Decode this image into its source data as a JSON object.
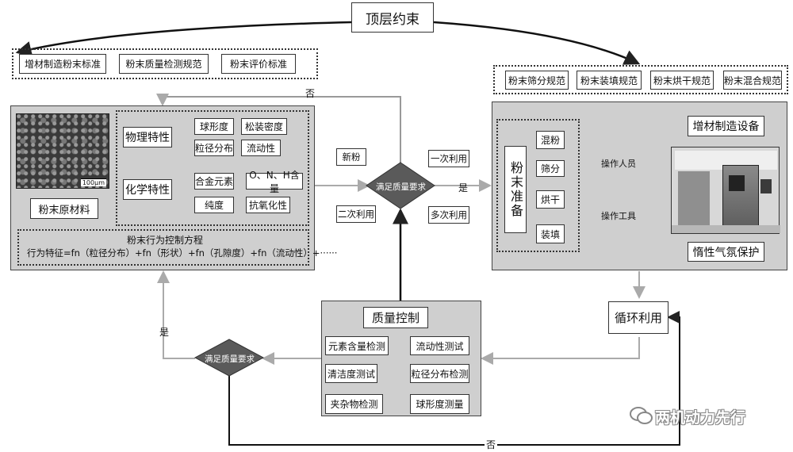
{
  "top_constraint": "顶层约束",
  "standards_left": [
    "增材制造粉末标准",
    "粉末质量检测规范",
    "粉末评价标准"
  ],
  "standards_right": [
    "粉末筛分规范",
    "粉末装填规范",
    "粉末烘干规范",
    "粉末混合规范"
  ],
  "raw_material": {
    "title": "粉末原材料",
    "scale_label": "100μm",
    "physical": {
      "label": "物理特性",
      "items": [
        "球形度",
        "松装密度",
        "粒径分布",
        "流动性"
      ]
    },
    "chemical": {
      "label": "化学特性",
      "items": [
        "合金元素",
        "O、N、H含量",
        "纯度",
        "抗氧化性"
      ]
    },
    "equation_title": "粉末行为控制方程",
    "equation": "行为特征=fn（粒径分布）+fn（形状）+fn（孔隙度）+fn（流动性）+······"
  },
  "decision_top": {
    "label": "满足质量要求",
    "left_tags": [
      "新粉",
      "二次利用"
    ],
    "right_tags": [
      "一次利用",
      "多次利用"
    ],
    "yes": "是",
    "no": "否"
  },
  "prep": {
    "title": "粉末准备",
    "steps": [
      "混粉",
      "筛分",
      "烘干",
      "装填"
    ],
    "operator": "操作人员",
    "tool": "操作工具",
    "equipment": "增材制造设备",
    "inert": "惰性气氛保护"
  },
  "recycle": "循环利用",
  "quality": {
    "title": "质量控制",
    "items": [
      "元素含量检测",
      "流动性测试",
      "清洁度测试",
      "粒径分布检测",
      "夹杂物检测",
      "球形度测量"
    ]
  },
  "decision_bottom": {
    "label": "满足质量要求",
    "yes": "是",
    "no": "否"
  },
  "watermark": "两机动力先行"
}
